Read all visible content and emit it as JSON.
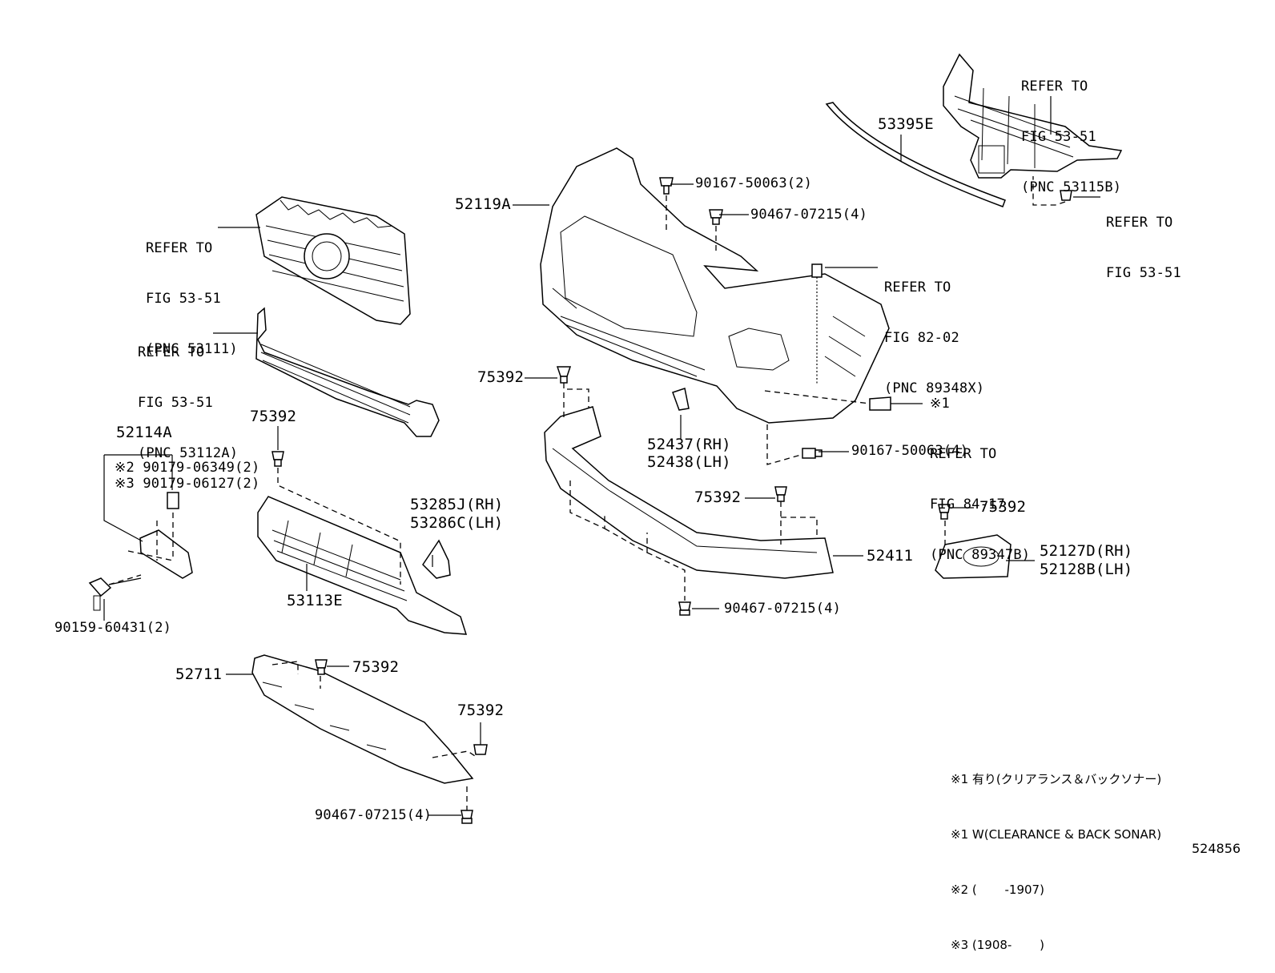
{
  "labels": {
    "refer_grille": [
      "REFER TO",
      "FIG 53-51",
      "(PNC 53111)"
    ],
    "refer_grille_lower": [
      "REFER TO",
      "FIG 53-51",
      "(PNC 53112A)"
    ],
    "refer_support": [
      "REFER TO",
      "FIG 53-51",
      "(PNC 53115B)"
    ],
    "refer_support_bolt": [
      "REFER TO",
      "FIG 53-51"
    ],
    "refer_sensor_top": [
      "REFER TO",
      "FIG 82-02",
      "(PNC 89348X)"
    ],
    "refer_sensor_side": [
      "※1",
      "REFER TO",
      "FIG 84-17",
      "(PNC 89347B)"
    ],
    "p52119A": "52119A",
    "p53395E": "53395E",
    "p90167_2": "90167-50063(2)",
    "p90467_top": "90467-07215(4)",
    "p75392_a": "75392",
    "p75392_b": "75392",
    "p75392_c": "75392",
    "p75392_d": "75392",
    "p75392_e": "75392",
    "p75392_f": "75392",
    "p52437": "52437(RH)",
    "p52438": "52438(LH)",
    "p90167_4": "90167-50063(4)",
    "p52114A": "52114A",
    "p90179_a": "※2 90179-06349(2)",
    "p90179_b": "※3 90179-06127(2)",
    "p90159": "90159-60431(2)",
    "p53285J": "53285J(RH)",
    "p53286C": "53286C(LH)",
    "p53113E": "53113E",
    "p52411": "52411",
    "p52127D": "52127D(RH)",
    "p52128B": "52128B(LH)",
    "p90467_mid": "90467-07215(4)",
    "p52711": "52711",
    "p90467_bot": "90467-07215(4)"
  },
  "notes": [
    "※1 有り(クリアランス＆バックソナー)",
    "※1 W(CLEARANCE & BACK SONAR)",
    "※2 (　　 -1907)",
    "※3 (1908-　　 )"
  ],
  "figure_id": "524856"
}
